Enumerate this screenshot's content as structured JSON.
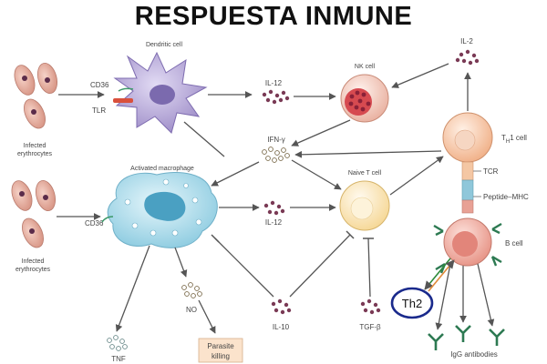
{
  "title": "RESPUESTA INMUNE",
  "labels": {
    "dendritic_cell": "Dendritic cell",
    "cd36_top": "CD36",
    "tlr": "TLR",
    "infected_top_1": "Infected",
    "infected_top_2": "erythrocytes",
    "il12_top": "IL-12",
    "nk_cell": "NK cell",
    "il2": "IL-2",
    "ifn_gamma": "IFN-γ",
    "th1_cell": "T",
    "th1_sub": "H",
    "th1_suffix": "1 cell",
    "activated_macrophage": "Activated macrophage",
    "naive_t_cell": "Naive T cell",
    "cd36_bottom": "CD36",
    "infected_bottom_1": "Infected",
    "infected_bottom_2": "erythrocytes",
    "il12_mid": "IL-12",
    "tcr": "TCR",
    "peptide_mhc": "Peptide–MHC",
    "b_cell": "B cell",
    "no": "NO",
    "il10": "IL-10",
    "tgf_beta": "TGF-β",
    "th2": "Th2",
    "tnf": "TNF",
    "parasite_killing_1": "Parasite",
    "parasite_killing_2": "killing",
    "igg_antibodies": "IgG antibodies"
  },
  "colors": {
    "erythrocyte": "#e8b2a4",
    "dendritic": "#b6a8d8",
    "macrophage": "#a9d8e6",
    "nk": "#f2c9b8",
    "t_cell": "#fce9b8",
    "th1": "#f7c8a8",
    "b_cell": "#f4b1a4",
    "dots": "#7a3a55",
    "th2_ring": "#1a2a8c",
    "killing_box": "#fbe3cc"
  }
}
